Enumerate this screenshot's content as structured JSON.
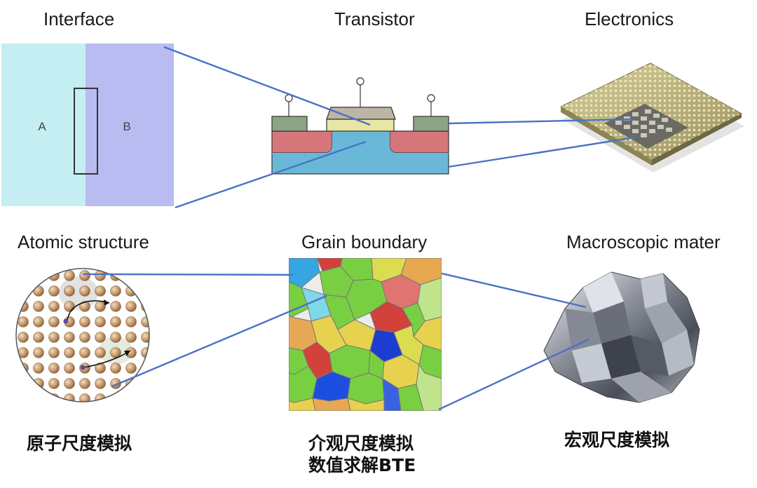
{
  "top_labels": {
    "interface": "Interface",
    "transistor": "Transistor",
    "electronics": "Electronics"
  },
  "mid_labels": {
    "atomic": "Atomic structure",
    "grain": "Grain boundary",
    "macro": "Macroscopic mater"
  },
  "interface_panel": {
    "a": "A",
    "b": "B"
  },
  "bottom_labels": {
    "atomic_cn": "原子尺度模拟",
    "meso_cn_line1": "介观尺度模拟",
    "meso_cn_line2": "数值求解BTE",
    "macro_cn": "宏观尺度模拟"
  },
  "colors": {
    "connector": "#4a72c4",
    "interface_a": "#c5eef2",
    "interface_b": "#b9bcf0",
    "transistor_substrate": "#6ab8d8",
    "transistor_doped": "#d6767a",
    "transistor_contact": "#8da585",
    "transistor_gate": "#bdb5a5",
    "transistor_oxide": "#e8e6a4"
  }
}
